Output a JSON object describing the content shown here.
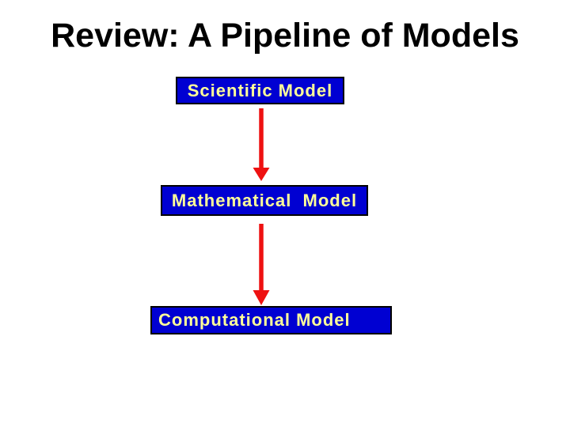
{
  "slide": {
    "title": "Review: A Pipeline of Models",
    "pipeline": [
      {
        "id": "scientific-model",
        "label": "Scientific Model"
      },
      {
        "id": "mathematical-model",
        "label": "Mathematical  Model"
      },
      {
        "id": "computational-model",
        "label": "Computational Model"
      }
    ],
    "connectors": [
      {
        "from": "scientific-model",
        "to": "mathematical-model",
        "type": "down-arrow"
      },
      {
        "from": "mathematical-model",
        "to": "computational-model",
        "type": "down-arrow"
      }
    ],
    "colors": {
      "background": "#ffffff",
      "title_text": "#000000",
      "box_fill": "#0000d2",
      "box_border": "#000000",
      "box_text": "#ffff99",
      "arrow": "#ee1111"
    }
  }
}
